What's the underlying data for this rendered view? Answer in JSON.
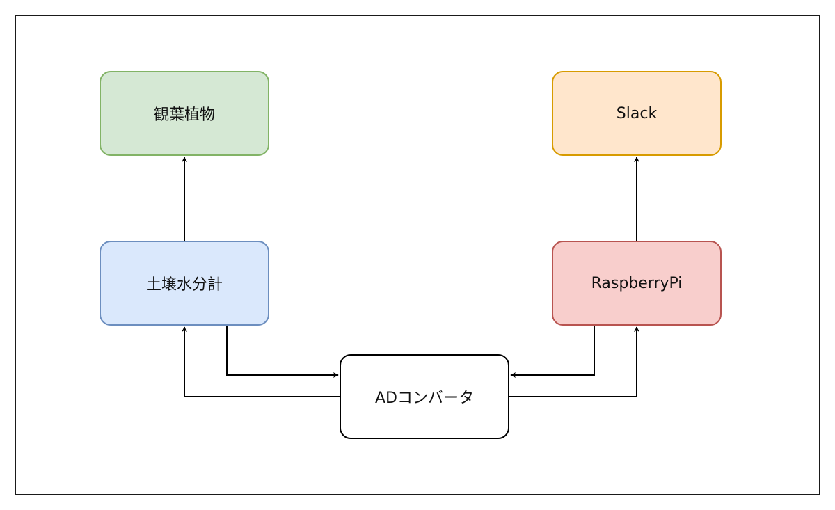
{
  "nodes": {
    "plant": {
      "label": "観葉植物",
      "fill": "#d5e8d4",
      "stroke": "#82b366"
    },
    "slack": {
      "label": "Slack",
      "fill": "#ffe6cc",
      "stroke": "#d79b00"
    },
    "sensor": {
      "label": "土壌水分計",
      "fill": "#dae8fc",
      "stroke": "#6c8ebf"
    },
    "pi": {
      "label": "RaspberryPi",
      "fill": "#f8cecc",
      "stroke": "#b85450"
    },
    "adc": {
      "label": "ADコンバータ",
      "fill": "#ffffff",
      "stroke": "#000000"
    }
  },
  "edges": [
    {
      "from": "sensor",
      "to": "plant"
    },
    {
      "from": "pi",
      "to": "slack"
    },
    {
      "from": "sensor",
      "to": "adc"
    },
    {
      "from": "adc",
      "to": "sensor"
    },
    {
      "from": "pi",
      "to": "adc"
    },
    {
      "from": "adc",
      "to": "pi"
    }
  ],
  "colors": {
    "edge": "#000000",
    "frame": "#1a1a1a"
  }
}
